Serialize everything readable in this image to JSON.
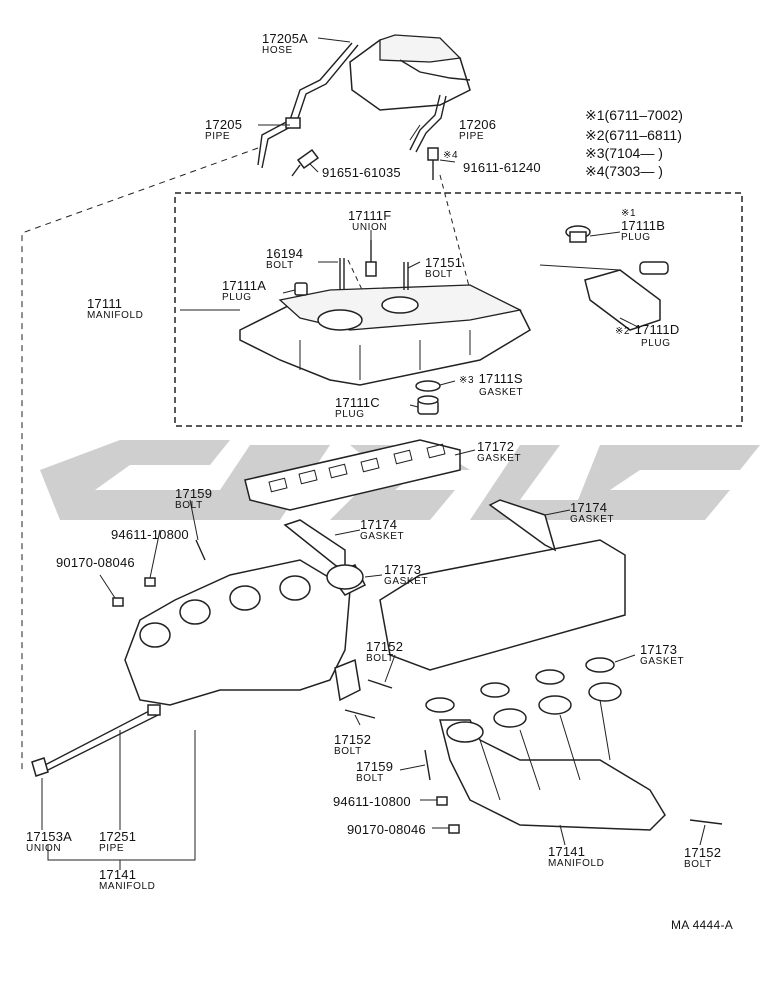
{
  "diagram_code": "MA 4444-A",
  "legend": [
    {
      "mark": "※1",
      "text": "(6711–7002)"
    },
    {
      "mark": "※2",
      "text": "(6711–6811)"
    },
    {
      "mark": "※3",
      "text": "(7104—      )"
    },
    {
      "mark": "※4",
      "text": "(7303—      )"
    }
  ],
  "parts": {
    "p17205A": {
      "num": "17205A",
      "name": "HOSE"
    },
    "p17205": {
      "num": "17205",
      "name": "PIPE"
    },
    "p17206": {
      "num": "17206",
      "name": "PIPE"
    },
    "p91651": {
      "num": "91651-61035"
    },
    "p91611": {
      "mark": "※4",
      "num": "91611-61240"
    },
    "p17111F": {
      "num": "17111F",
      "name": "UNION"
    },
    "p16194": {
      "num": "16194",
      "name": "BOLT"
    },
    "p17151": {
      "num": "17151",
      "name": "BOLT"
    },
    "p17111A": {
      "num": "17111A",
      "name": "PLUG"
    },
    "p17111": {
      "num": "17111",
      "name": "MANIFOLD"
    },
    "p17111B": {
      "mark": "※1",
      "num": "17111B",
      "name": "PLUG"
    },
    "p17111D": {
      "mark": "※2",
      "num": "17111D",
      "name": "PLUG"
    },
    "p17111S": {
      "mark": "※3",
      "num": "17111S",
      "name": "GASKET"
    },
    "p17111C": {
      "num": "17111C",
      "name": "PLUG"
    },
    "p17172": {
      "num": "17172",
      "name": "GASKET"
    },
    "p17174a": {
      "num": "17174",
      "name": "GASKET"
    },
    "p17174b": {
      "num": "17174",
      "name": "GASKET"
    },
    "p17173a": {
      "num": "17173",
      "name": "GASKET"
    },
    "p17173b": {
      "num": "17173",
      "name": "GASKET"
    },
    "p17159a": {
      "num": "17159",
      "name": "BOLT"
    },
    "p17159b": {
      "num": "17159",
      "name": "BOLT"
    },
    "p94611a": {
      "num": "94611-10800"
    },
    "p94611b": {
      "num": "94611-10800"
    },
    "p90170a": {
      "num": "90170-08046"
    },
    "p90170b": {
      "num": "90170-08046"
    },
    "p17152a": {
      "num": "17152",
      "name": "BOLT"
    },
    "p17152b": {
      "num": "17152",
      "name": "BOLT"
    },
    "p17152c": {
      "num": "17152",
      "name": "BOLT"
    },
    "p17153A": {
      "num": "17153A",
      "name": "UNION"
    },
    "p17251": {
      "num": "17251",
      "name": "PIPE"
    },
    "p17141a": {
      "num": "17141",
      "name": "MANIFOLD"
    },
    "p17141b": {
      "num": "17141",
      "name": "MANIFOLD"
    }
  },
  "colors": {
    "line": "#222222",
    "watermark": "#cfcfcf"
  }
}
